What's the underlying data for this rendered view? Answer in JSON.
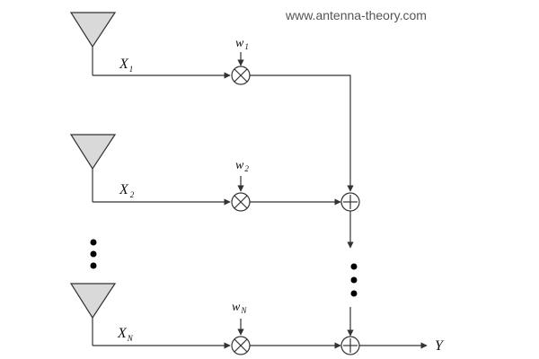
{
  "watermark": "www.antenna-theory.com",
  "channels": [
    {
      "signal_main": "X",
      "signal_sub": "1",
      "weight_main": "w",
      "weight_sub": "1"
    },
    {
      "signal_main": "X",
      "signal_sub": "2",
      "weight_main": "w",
      "weight_sub": "2"
    },
    {
      "signal_main": "X",
      "signal_sub": "N",
      "weight_main": "w",
      "weight_sub": "N"
    }
  ],
  "output_label": "Y",
  "colors": {
    "antenna_fill": "#d9d9d9",
    "line": "#333333",
    "dots": "#000000"
  }
}
